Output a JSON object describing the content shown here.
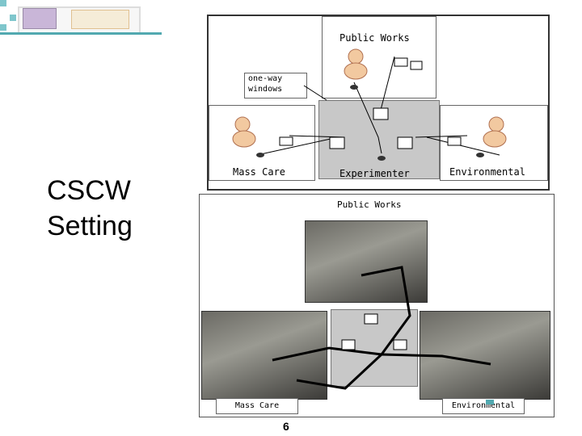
{
  "slide": {
    "title_line1": "CSCW",
    "title_line2": "Setting",
    "page_number": "6"
  },
  "top_diagram": {
    "public_works": "Public Works",
    "mass_care": "Mass Care",
    "experimenter": "Experimenter",
    "environmental": "Environmental",
    "callout_line1": "one-way",
    "callout_line2": "windows"
  },
  "bottom_diagram": {
    "public_works": "Public Works",
    "mass_care": "Mass Care",
    "environmental": "Environmental"
  },
  "colors": {
    "accent": "#52a9b0",
    "accent_light": "#7fc6cc",
    "room_gray": "#c8c8c8"
  }
}
